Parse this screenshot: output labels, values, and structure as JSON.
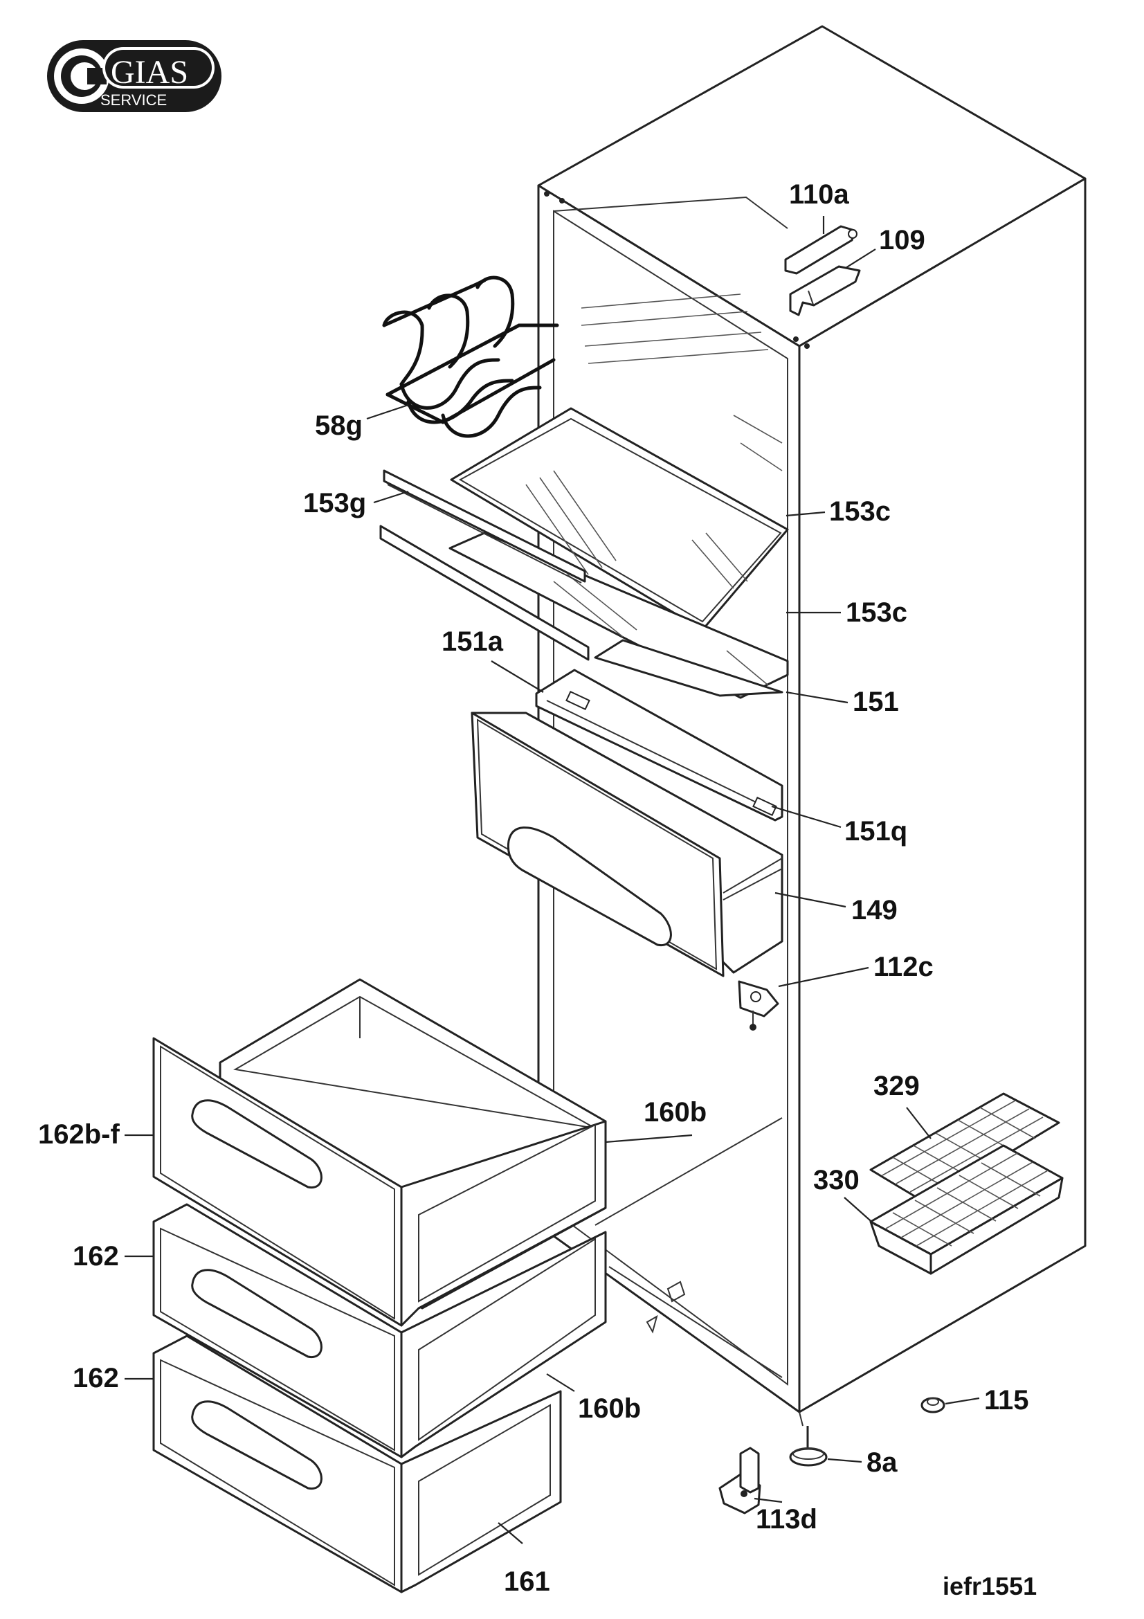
{
  "logo": {
    "brand": "GIAS",
    "sub": "SERVICE"
  },
  "labels": {
    "p110a": "110a",
    "p109": "109",
    "p58g": "58g",
    "p153g": "153g",
    "p153c_top": "153c",
    "p153c_mid": "153c",
    "p151a": "151a",
    "p151": "151",
    "p151q": "151q",
    "p149": "149",
    "p112c": "112c",
    "p329": "329",
    "p330": "330",
    "p160b_top": "160b",
    "p160b_bottom": "160b",
    "p162bf": "162b-f",
    "p162_a": "162",
    "p162_b": "162",
    "p161": "161",
    "p115": "115",
    "p8a": "8a",
    "p113d": "113d"
  },
  "reference_code": "iefr1551"
}
